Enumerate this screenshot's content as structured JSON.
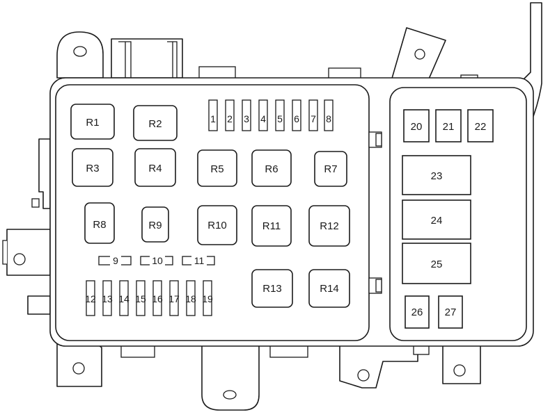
{
  "relays_left": [
    {
      "id": "r1",
      "label": "R1"
    },
    {
      "id": "r2",
      "label": "R2"
    },
    {
      "id": "r3",
      "label": "R3"
    },
    {
      "id": "r4",
      "label": "R4"
    },
    {
      "id": "r5",
      "label": "R5"
    },
    {
      "id": "r6",
      "label": "R6"
    },
    {
      "id": "r7",
      "label": "R7"
    },
    {
      "id": "r8",
      "label": "R8"
    },
    {
      "id": "r9",
      "label": "R9"
    },
    {
      "id": "r10",
      "label": "R10"
    },
    {
      "id": "r11",
      "label": "R11"
    },
    {
      "id": "r12",
      "label": "R12"
    },
    {
      "id": "r13",
      "label": "R13"
    },
    {
      "id": "r14",
      "label": "R14"
    }
  ],
  "fuses_top": [
    "1",
    "2",
    "3",
    "4",
    "5",
    "6",
    "7",
    "8"
  ],
  "fuses_horizontal": [
    "9",
    "10",
    "11"
  ],
  "fuses_bottom": [
    "12",
    "13",
    "14",
    "15",
    "16",
    "17",
    "18",
    "19"
  ],
  "right_section": [
    "20",
    "21",
    "22",
    "23",
    "24",
    "25",
    "26",
    "27"
  ]
}
